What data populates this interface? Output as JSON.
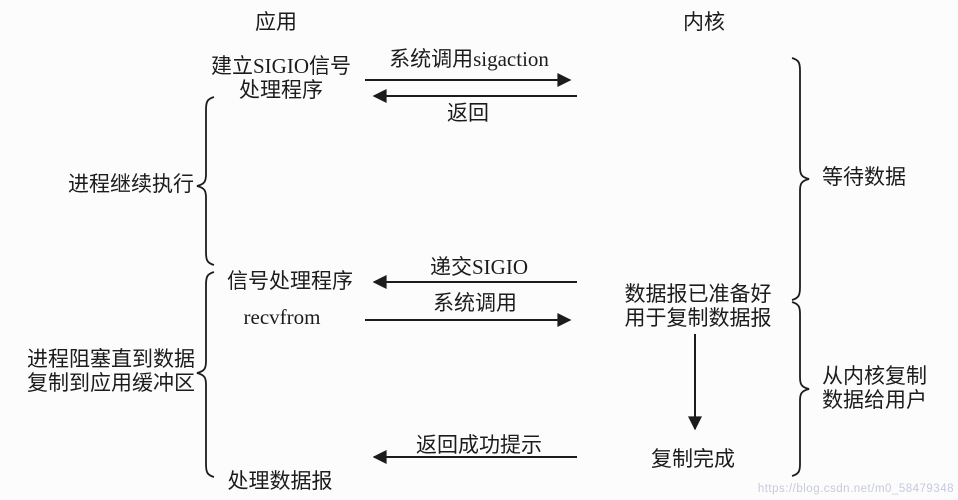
{
  "page": {
    "background": "#fcfcfc",
    "line_color": "#1c1c1c",
    "watermark": "https://blog.csdn.net/m0_58479348",
    "watermark_color": "#c7cada"
  },
  "headers": {
    "application": "应用",
    "kernel": "内核"
  },
  "application_column": {
    "setup_sigio_line1": "建立SIGIO信号",
    "setup_sigio_line2": "处理程序",
    "signal_handler": "信号处理程序",
    "recvfrom": "recvfrom",
    "process_datagram": "处理数据报"
  },
  "kernel_column": {
    "datagram_ready_line1": "数据报已准备好",
    "datagram_ready_line2": "用于复制数据报",
    "copy_complete": "复制完成"
  },
  "arrows": {
    "sigaction_call": "系统调用sigaction",
    "return": "返回",
    "deliver_sigio": "递交SIGIO",
    "system_call": "系统调用",
    "return_success": "返回成功提示"
  },
  "braces": {
    "process_continues": "进程继续执行",
    "process_blocks_line1": "进程阻塞直到数据",
    "process_blocks_line2": "复制到应用缓冲区",
    "wait_for_data": "等待数据",
    "copy_from_kernel_line1": "从内核复制",
    "copy_from_kernel_line2": "数据给用户"
  }
}
